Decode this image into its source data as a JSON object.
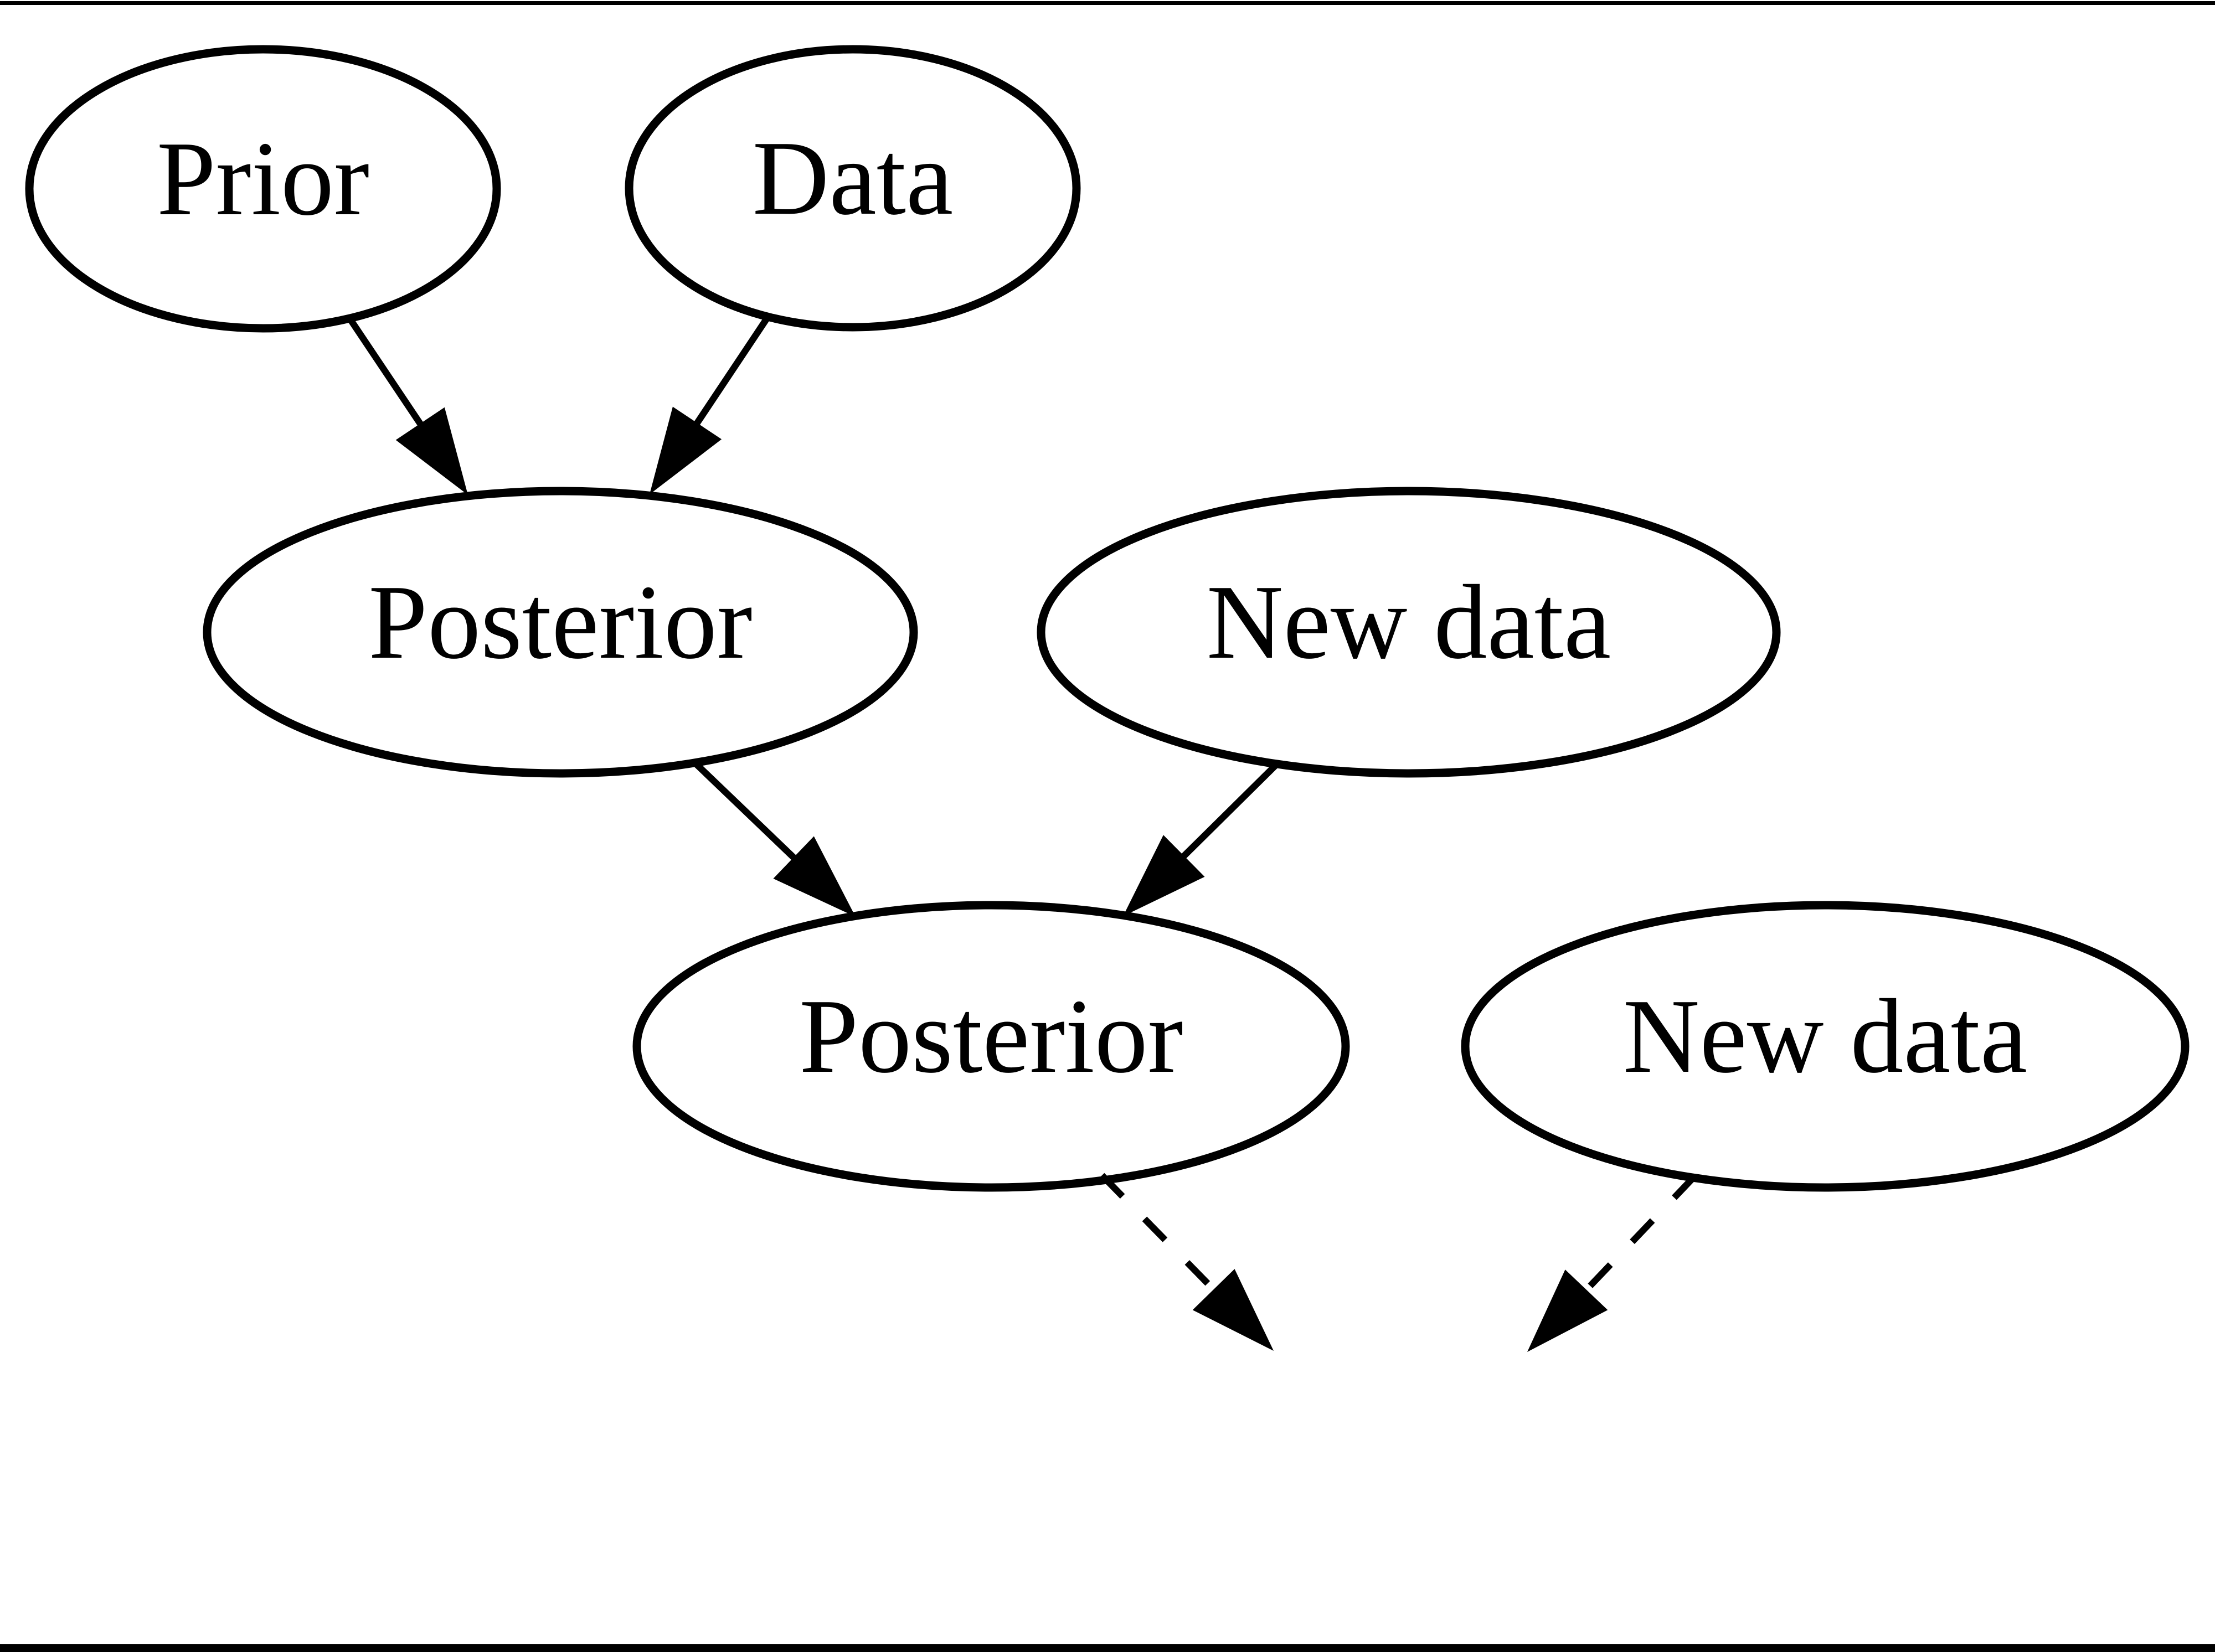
{
  "diagram": {
    "type": "directed-graph",
    "title_semantic": "Bayesian updating flow",
    "background_color": "#ffffff",
    "node_fill_color": "#ffffff",
    "node_stroke_color": "#000000",
    "edge_color": "#000000",
    "text_color": "#000000",
    "border_line_color": "#000000",
    "nodes": [
      {
        "id": "prior",
        "label": "Prior"
      },
      {
        "id": "data",
        "label": "Data"
      },
      {
        "id": "posterior-1",
        "label": "Posterior"
      },
      {
        "id": "new-data-1",
        "label": "New data"
      },
      {
        "id": "posterior-2",
        "label": "Posterior"
      },
      {
        "id": "new-data-2",
        "label": "New data"
      }
    ],
    "edges": [
      {
        "from": "prior",
        "to": "posterior-1",
        "style": "solid"
      },
      {
        "from": "data",
        "to": "posterior-1",
        "style": "solid"
      },
      {
        "from": "posterior-1",
        "to": "posterior-2",
        "style": "solid"
      },
      {
        "from": "new-data-1",
        "to": "posterior-2",
        "style": "solid"
      },
      {
        "from": "posterior-2",
        "to": "implied-next-posterior",
        "style": "dashed"
      },
      {
        "from": "new-data-2",
        "to": "implied-next-posterior",
        "style": "dashed"
      }
    ]
  }
}
